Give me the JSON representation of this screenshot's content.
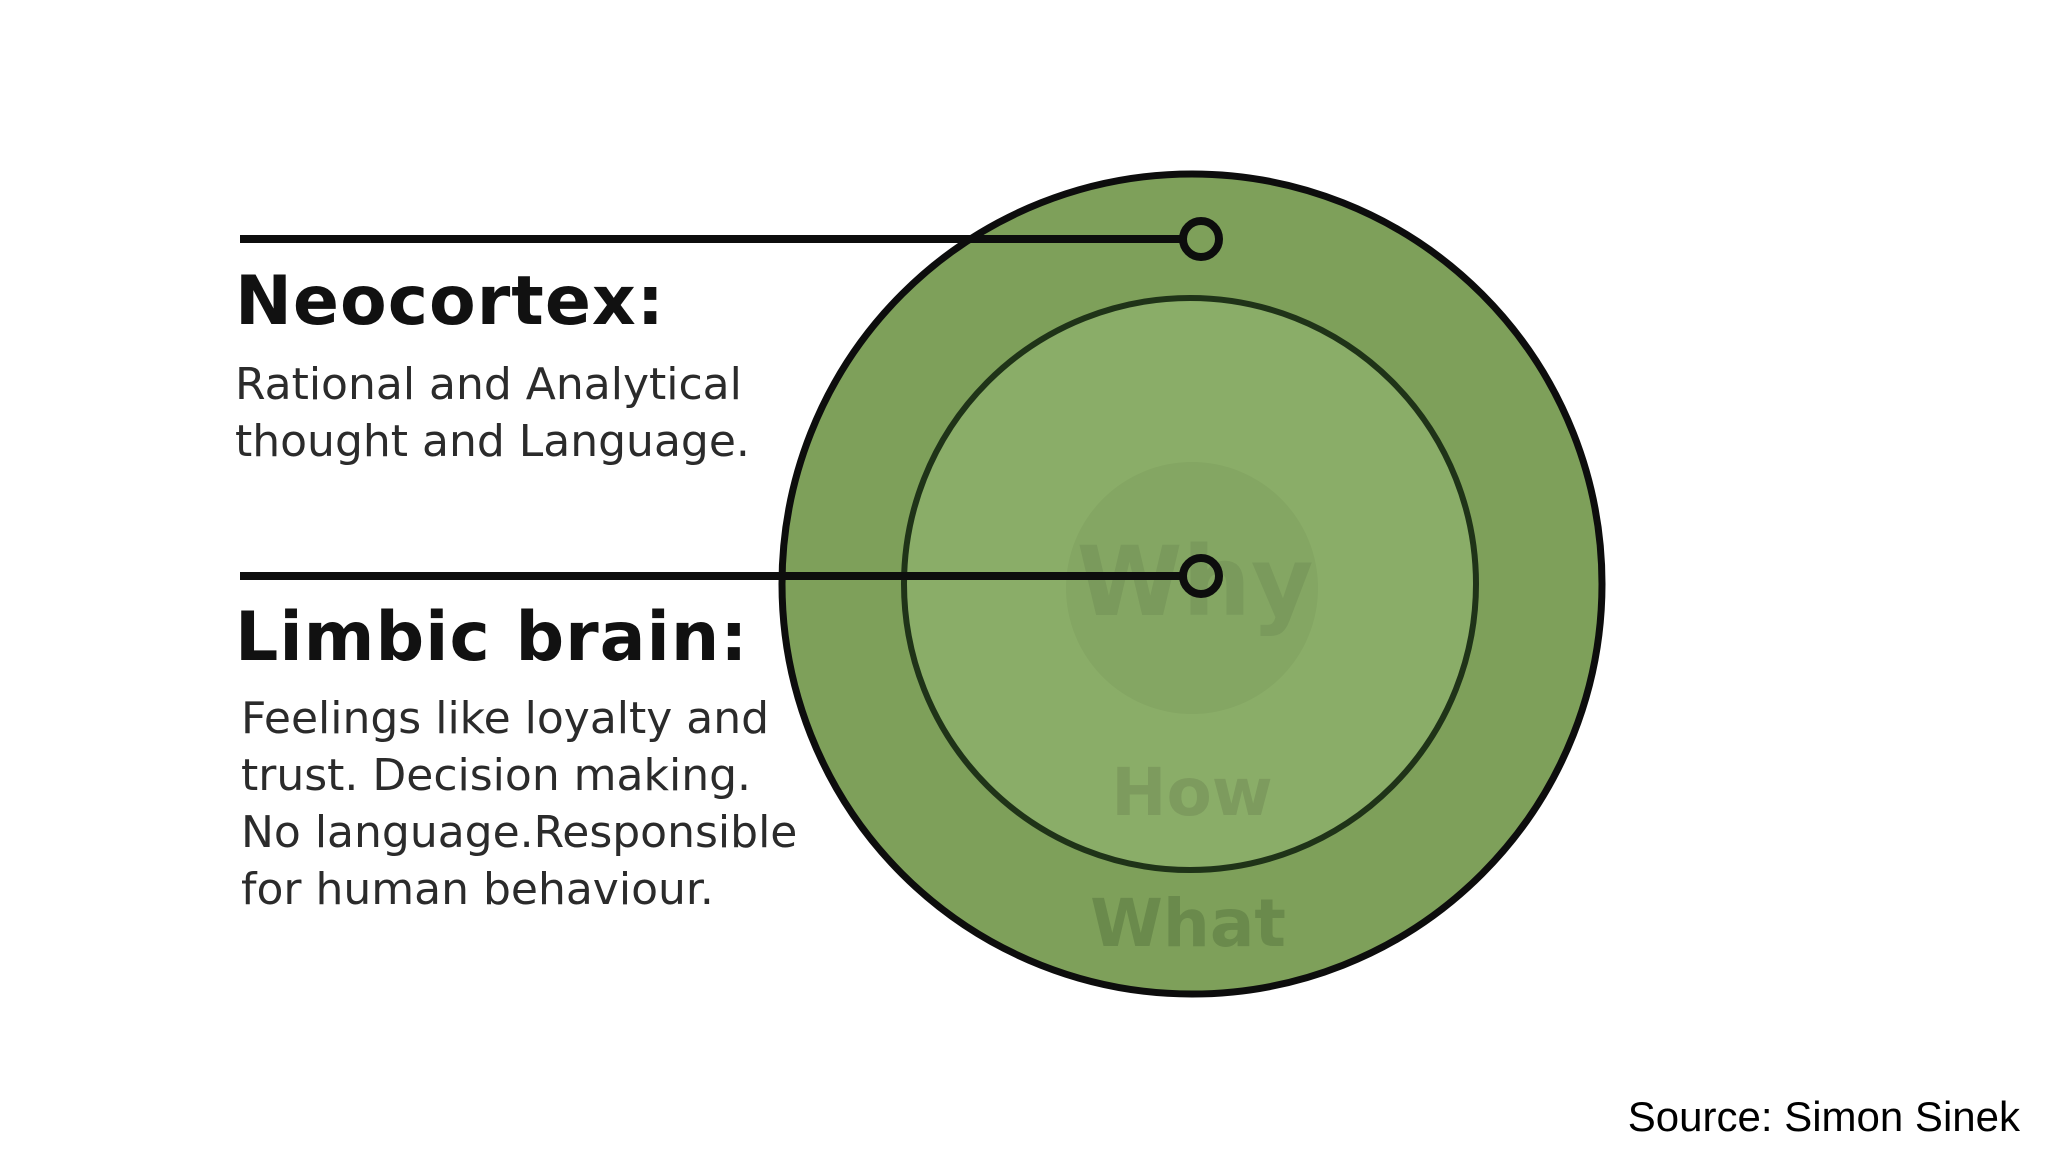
{
  "labels": {
    "neocortex": {
      "title": "Neocortex:",
      "description_lines": [
        "Rational and Analytical",
        "thought and Language."
      ]
    },
    "limbic": {
      "title": "Limbic brain:",
      "description_lines": [
        "Feelings like loyalty and",
        "trust. Decision making.",
        "No language.Responsible",
        "for human behaviour."
      ]
    }
  },
  "circle_words": {
    "why": "Why",
    "how": "How",
    "what": "What"
  },
  "source": "Source: Simon Sinek",
  "colors": {
    "outer_ring": "#7ea05a",
    "inner_circle": "#8aad68",
    "why_circle": "#84a663",
    "line": "#0d0d0d",
    "word_how": "#7d9b5e",
    "word_what": "#6a8a4c",
    "word_why": "#7a9a5c"
  }
}
